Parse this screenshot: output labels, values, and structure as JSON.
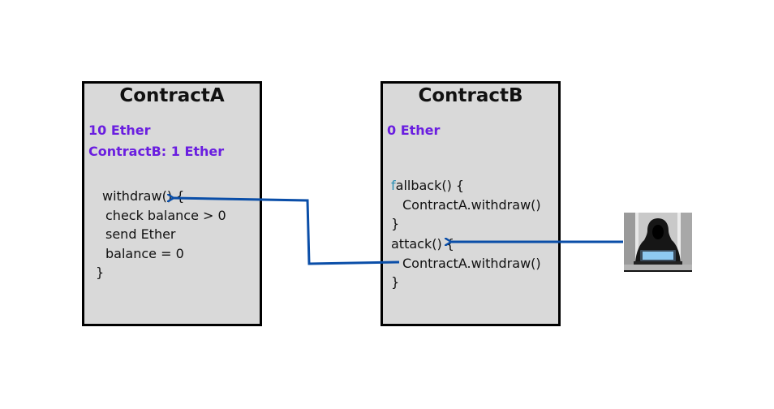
{
  "contractA": {
    "title": "ContractA",
    "ether": "10 Ether",
    "balances": "ContractB: 1 Ether",
    "code": [
      "withdraw() {",
      "check balance > 0",
      "send Ether",
      "balance = 0",
      "}"
    ]
  },
  "contractB": {
    "title": "ContractB",
    "ether": "0 Ether",
    "fallback_first_letter": "f",
    "fallback_rest": "allback() {",
    "code": [
      "ContractA.withdraw()",
      "}",
      "attack() {",
      "ContractA.withdraw()",
      "}"
    ]
  },
  "attacker_icon": "hooded-hacker-laptop-icon",
  "colors": {
    "arrow": "#0a4ea8",
    "ether_text": "#6a1ee0",
    "box_fill": "#d9d9d9"
  }
}
